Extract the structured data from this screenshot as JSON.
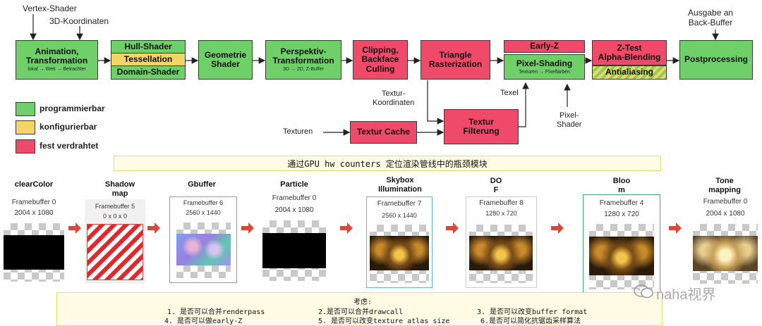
{
  "pipeline": {
    "top_labels": {
      "vertex_shader": "Vertex-Shader",
      "coords_3d": "3D-Koordinaten",
      "output": "Ausgabe an\nBack-Buffer"
    },
    "stages": {
      "animation": {
        "title": "Animation,\nTransformation",
        "sub": "lokal → Welt → Betrachter"
      },
      "hull": "Hull-Shader",
      "tess": "Tessellation",
      "domain": "Domain-Shader",
      "geometry": "Geometrie\nShader",
      "perspective": {
        "title": "Perspektiv-\nTransformation",
        "sub": "3D → 2D, Z-Buffer"
      },
      "clipping": "Clipping,\nBackface\nCulling",
      "triangle": "Triangle\nRasterization",
      "earlyz": "Early-Z",
      "pixel": {
        "title": "Pixel-Shading",
        "sub": "Texturen → Pixelfarben"
      },
      "ztest": "Z-Test\nAlpha-Blending",
      "antialiasing": "Antialiasing",
      "postprocessing": "Postprocessing",
      "texcache": "Textur Cache",
      "texfilter": "Textur\nFilterung"
    },
    "side_labels": {
      "texcoords": "Textur-\nKoordinaten",
      "texel": "Texel",
      "texturen": "Texturen",
      "pixel_shader": "Pixel-\nShader"
    },
    "legend": [
      {
        "label": "programmierbar",
        "color": "#6fd06a"
      },
      {
        "label": "konfigurierbar",
        "color": "#f3d567"
      },
      {
        "label": "fest verdrahtet",
        "color": "#f04a6a"
      }
    ]
  },
  "banner": "通过GPU hw counters 定位渲染管线中的瓶颈模块",
  "framebuffers": [
    {
      "name": "clearColor",
      "fb": "Framebuffer 0",
      "size": "2004 x 1080",
      "content": "black"
    },
    {
      "name": "Shadow\nmap",
      "fb": "Framebuffer 5",
      "size": "0 x 0 x 0",
      "content": "stripes"
    },
    {
      "name": "Gbuffer",
      "fb": "Framebuffer 6",
      "size": "2560 x 1440",
      "content": "normals"
    },
    {
      "name": "Particle",
      "fb": "Framebuffer 0",
      "size": "2004 x 1080",
      "content": "black"
    },
    {
      "name": "Skybox\nIllumination",
      "fb": "Framebuffer 7",
      "size": "2560 x 1440",
      "content": "scene"
    },
    {
      "name": "DO\nF",
      "fb": "Framebuffer 8",
      "size": "1280 x 720",
      "content": "scene"
    },
    {
      "name": "Bloo\nm",
      "fb": "Framebuffer 4",
      "size": "1280 x 720",
      "content": "scene"
    },
    {
      "name": "Tone\nmapping",
      "fb": "Framebuffer 0",
      "size": "2004 x 1080",
      "content": "bright"
    }
  ],
  "notes": {
    "title": "考虑:",
    "items": [
      "1.  是否可以合并renderpass",
      "2.是否可以合并drawcall",
      "3. 是否可以改变buffer format",
      "4.   是否可以做early-Z",
      "5. 是否可以改变texture atlas size",
      "6.是否可以简化抗锯齿采样算法"
    ]
  },
  "watermark": "naha视界",
  "colors": {
    "green": "#6fd06a",
    "yellow": "#f3d567",
    "red": "#f04a6a",
    "arrow": "#e0453a"
  }
}
